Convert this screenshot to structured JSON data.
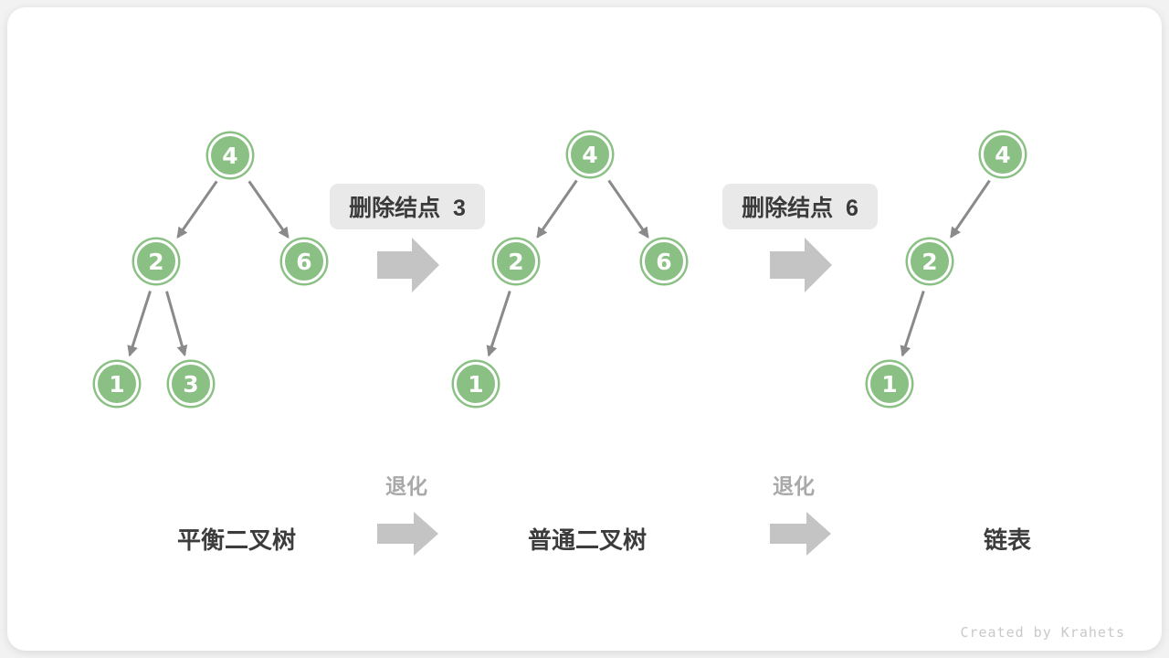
{
  "watermark": "Created by Krahets",
  "degrade_label": "退化",
  "steps": [
    {
      "label": "删除结点  3"
    },
    {
      "label": "删除结点  6"
    }
  ],
  "trees": [
    {
      "caption": "平衡二叉树",
      "nodes": [
        {
          "value": "4"
        },
        {
          "value": "2"
        },
        {
          "value": "6"
        },
        {
          "value": "1"
        },
        {
          "value": "3"
        }
      ],
      "edges": [
        [
          "4",
          "2"
        ],
        [
          "4",
          "6"
        ],
        [
          "2",
          "1"
        ],
        [
          "2",
          "3"
        ]
      ]
    },
    {
      "caption": "普通二叉树",
      "nodes": [
        {
          "value": "4"
        },
        {
          "value": "2"
        },
        {
          "value": "6"
        },
        {
          "value": "1"
        }
      ],
      "edges": [
        [
          "4",
          "2"
        ],
        [
          "4",
          "6"
        ],
        [
          "2",
          "1"
        ]
      ]
    },
    {
      "caption": "链表",
      "nodes": [
        {
          "value": "4"
        },
        {
          "value": "2"
        },
        {
          "value": "1"
        }
      ],
      "edges": [
        [
          "4",
          "2"
        ],
        [
          "2",
          "1"
        ]
      ]
    }
  ],
  "colors": {
    "node_green": "#8bc085",
    "edge_gray": "#8a8a8a",
    "flow_arrow_gray": "#c4c4c4",
    "step_box_bg": "#e9e9e9",
    "dark_text": "#3c3c3c",
    "gray_text": "#a9a9a9",
    "watermark_text": "#c9c9c9",
    "card_bg": "#ffffff",
    "page_bg": "#f2f2f2"
  }
}
